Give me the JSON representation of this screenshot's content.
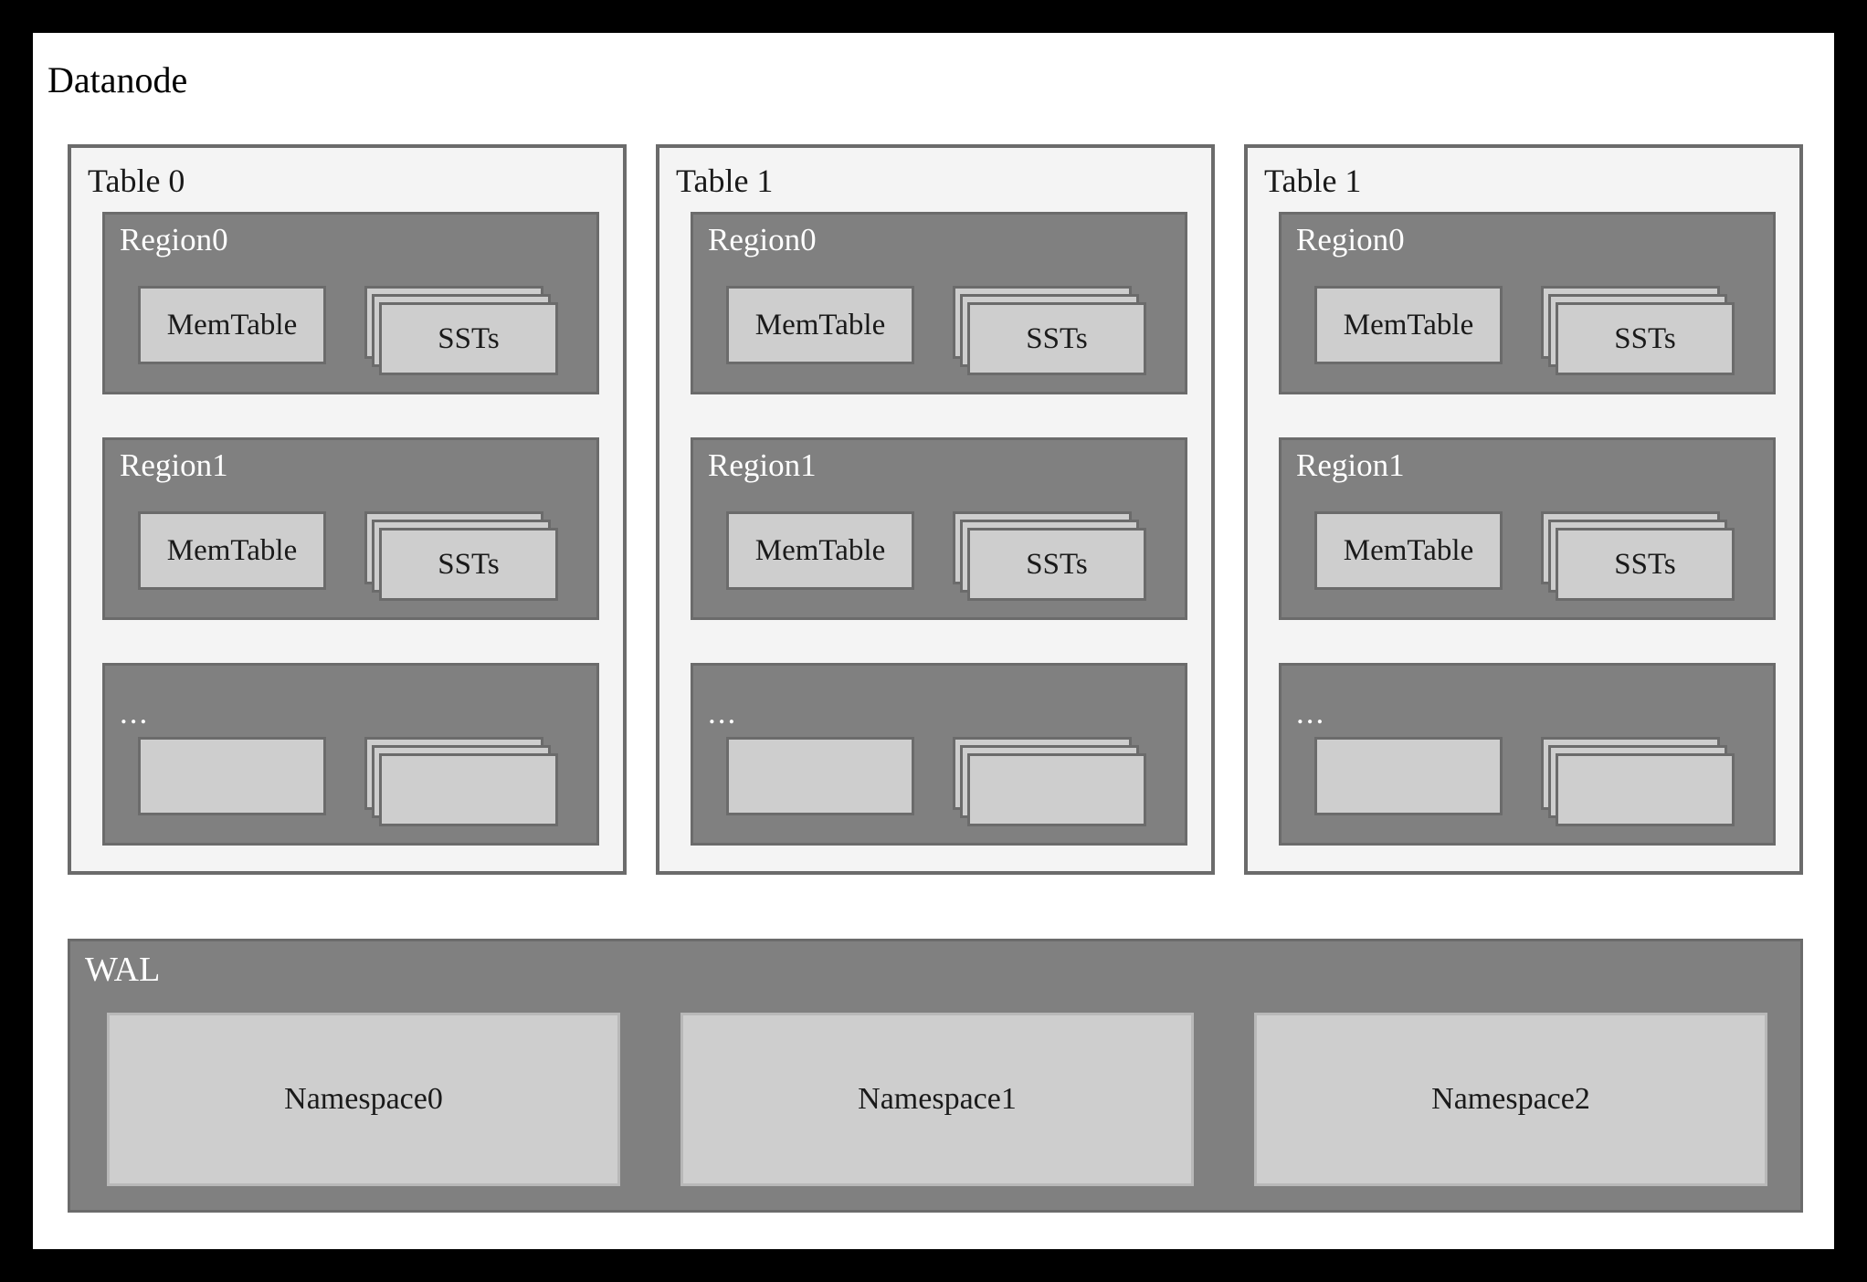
{
  "diagram": {
    "title": "Datanode",
    "background_color": "#ffffff",
    "frame_color": "#000000",
    "panel_fill": "#f4f4f4",
    "region_fill": "#808080",
    "box_fill": "#cecece",
    "border_color": "#6b6b6b"
  },
  "tables": [
    {
      "label": "Table 0",
      "regions": [
        {
          "label": "Region0",
          "is_ellipsis": false,
          "memtable_label": "MemTable",
          "sst_label": "SSTs",
          "sst_layers": 3
        },
        {
          "label": "Region1",
          "is_ellipsis": false,
          "memtable_label": "MemTable",
          "sst_label": "SSTs",
          "sst_layers": 3
        },
        {
          "label": "...",
          "is_ellipsis": true,
          "memtable_label": "",
          "sst_label": "",
          "sst_layers": 3
        }
      ]
    },
    {
      "label": "Table 1",
      "regions": [
        {
          "label": "Region0",
          "is_ellipsis": false,
          "memtable_label": "MemTable",
          "sst_label": "SSTs",
          "sst_layers": 3
        },
        {
          "label": "Region1",
          "is_ellipsis": false,
          "memtable_label": "MemTable",
          "sst_label": "SSTs",
          "sst_layers": 3
        },
        {
          "label": "...",
          "is_ellipsis": true,
          "memtable_label": "",
          "sst_label": "",
          "sst_layers": 3
        }
      ]
    },
    {
      "label": "Table 1",
      "regions": [
        {
          "label": "Region0",
          "is_ellipsis": false,
          "memtable_label": "MemTable",
          "sst_label": "SSTs",
          "sst_layers": 3
        },
        {
          "label": "Region1",
          "is_ellipsis": false,
          "memtable_label": "MemTable",
          "sst_label": "SSTs",
          "sst_layers": 3
        },
        {
          "label": "...",
          "is_ellipsis": true,
          "memtable_label": "",
          "sst_label": "",
          "sst_layers": 3
        }
      ]
    }
  ],
  "wal": {
    "label": "WAL",
    "namespaces": [
      {
        "label": "Namespace0"
      },
      {
        "label": "Namespace1"
      },
      {
        "label": "Namespace2"
      }
    ]
  }
}
